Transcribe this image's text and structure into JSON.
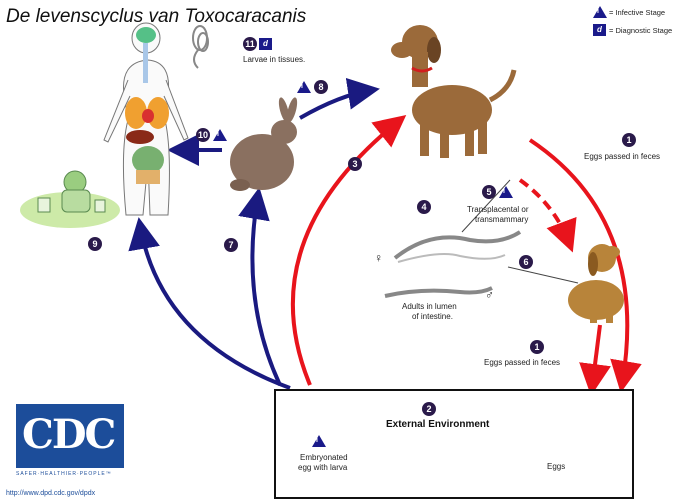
{
  "title": "De levenscyclus van Toxocaracanis",
  "legend": {
    "infective_stage": "= Infective Stage",
    "diagnostic_stage": "= Diagnostic Stage",
    "infective_symbol": "i",
    "diagnostic_symbol": "d"
  },
  "steps": {
    "s1a": "1",
    "s1b": "1",
    "s2": "2",
    "s3": "3",
    "s4": "4",
    "s5": "5",
    "s6": "6",
    "s7": "7",
    "s8": "8",
    "s9": "9",
    "s10": "10",
    "s11": "11"
  },
  "labels": {
    "larvae_in_tissues": "Larvae in tissues.",
    "eggs_passed_1": "Eggs passed in feces",
    "eggs_passed_2": "Eggs passed in feces",
    "transplacental_1": "Transplacental or",
    "transplacental_2": "transmammary",
    "adults_1": "Adults in lumen",
    "adults_2": "of intestine.",
    "female": "♀",
    "male": "♂",
    "external_environment": "External Environment",
    "eggs": "Eggs",
    "embryonated_1": "Embryonated",
    "embryonated_2": "egg with larva"
  },
  "cdc": {
    "logo_text": "CDC",
    "tagline": "SAFER·HEALTHIER·PEOPLE™",
    "url": "http://www.dpd.cdc.gov/dpdx"
  },
  "colors": {
    "red_arrow": "#e8141c",
    "blue_arrow": "#1a1a80",
    "dog": "#9b6a3a",
    "rabbit": "#8a7060",
    "cdc_blue": "#1c4d9a"
  }
}
